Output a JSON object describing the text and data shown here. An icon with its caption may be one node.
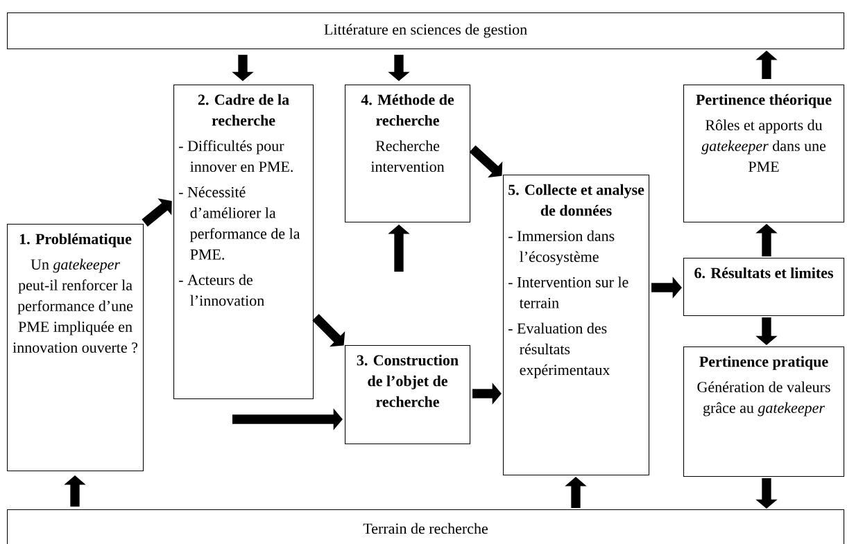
{
  "diagram": {
    "nodes": [
      {
        "text": [
          "Littérature en sciences de gestion"
        ]
      },
      {
        "text": [
          "1. Problématique",
          "Un *gatekeeper* peut-il renforcer la performance d’une PME impliquée en innovation ouverte ?"
        ]
      },
      {
        "text": [
          "2. Cadre de la recherche",
          "- Difficultés pour innover en PME.",
          "- Nécessité d’améliorer la performance de la PME.",
          "- Acteurs de l’innovation"
        ]
      },
      {
        "text": [
          "3. Construction de l’objet de recherche"
        ]
      },
      {
        "text": [
          "4. Méthode de recherche",
          "Recherche intervention"
        ]
      },
      {
        "text": [
          "5. Collecte et analyse de données",
          "- Immersion dans l’écosystème",
          "- Intervention sur le terrain",
          "- Evaluation des résultats expérimentaux"
        ]
      },
      {
        "text": [
          "6. Résultats et limites"
        ]
      },
      {
        "text": [
          "Pertinence théorique",
          "Rôles et apports du *gatekeeper* dans une PME"
        ]
      },
      {
        "text": [
          "Pertinence pratique",
          "Génération de valeurs grâce au *gatekeeper*"
        ]
      },
      {
        "text": [
          "Terrain de recherche"
        ]
      }
    ],
    "edges": [
      {
        "from": 0,
        "to": 2,
        "arrow": "to"
      },
      {
        "from": 0,
        "to": 4,
        "arrow": "to"
      },
      {
        "from": 7,
        "to": 0,
        "arrow": "to"
      },
      {
        "from": 1,
        "to": 2,
        "arrow": "to"
      },
      {
        "from": 2,
        "to": 3,
        "arrow": "to"
      },
      {
        "from": null,
        "to": 3,
        "arrow": "to"
      },
      {
        "from": 4,
        "to": 5,
        "arrow": "to"
      },
      {
        "from": null,
        "to": 4,
        "arrow": "to"
      },
      {
        "from": 3,
        "to": 5,
        "arrow": "to"
      },
      {
        "from": 5,
        "to": 6,
        "arrow": "to"
      },
      {
        "from": 6,
        "to": 7,
        "arrow": "to"
      },
      {
        "from": 6,
        "to": 8,
        "arrow": "to"
      },
      {
        "from": 8,
        "to": 9,
        "arrow": "to"
      },
      {
        "from": 9,
        "to": 1,
        "arrow": "to"
      },
      {
        "from": 9,
        "to": 5,
        "arrow": "to"
      }
    ]
  }
}
